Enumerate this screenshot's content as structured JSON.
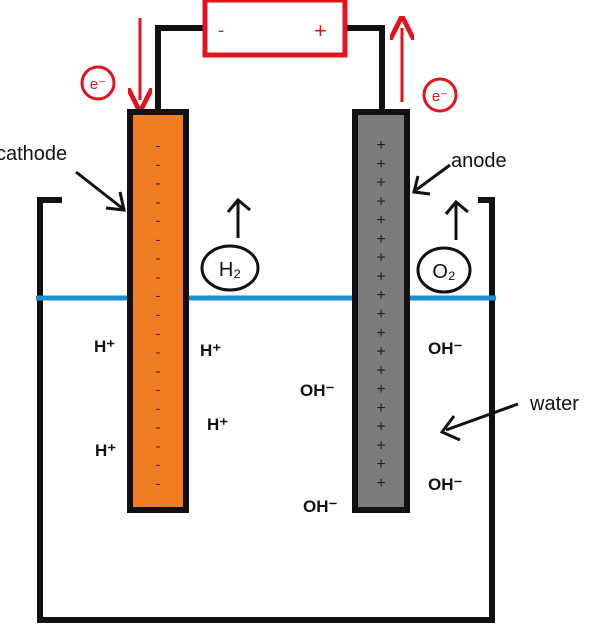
{
  "colors": {
    "wire": "#111111",
    "battery": "#e0141e",
    "cathode": "#f07d22",
    "anode": "#7c7c7c",
    "water_line": "#1a8fd6"
  },
  "battery": {
    "minus": "-",
    "plus": "+"
  },
  "electron": "e⁻",
  "labels": {
    "cathode": "cathode",
    "anode": "anode",
    "water": "water"
  },
  "gases": {
    "hydrogen": "H₂",
    "oxygen": "O₂"
  },
  "cathode_signs": [
    "-",
    "-",
    "-",
    "-",
    "-",
    "-",
    "-",
    "-",
    "-",
    "-",
    "-",
    "-",
    "-",
    "-",
    "-",
    "-",
    "-",
    "-",
    "-"
  ],
  "anode_signs": [
    "+",
    "+",
    "+",
    "+",
    "+",
    "+",
    "+",
    "+",
    "+",
    "+",
    "+",
    "+",
    "+",
    "+",
    "+",
    "+",
    "+",
    "+",
    "+"
  ],
  "ions": {
    "h1": "H⁺",
    "h2": "H⁺",
    "h3": "H⁺",
    "h4": "H⁺",
    "oh1": "OH⁻",
    "oh2": "OH⁻",
    "oh3": "OH⁻",
    "oh4": "OH⁻"
  }
}
